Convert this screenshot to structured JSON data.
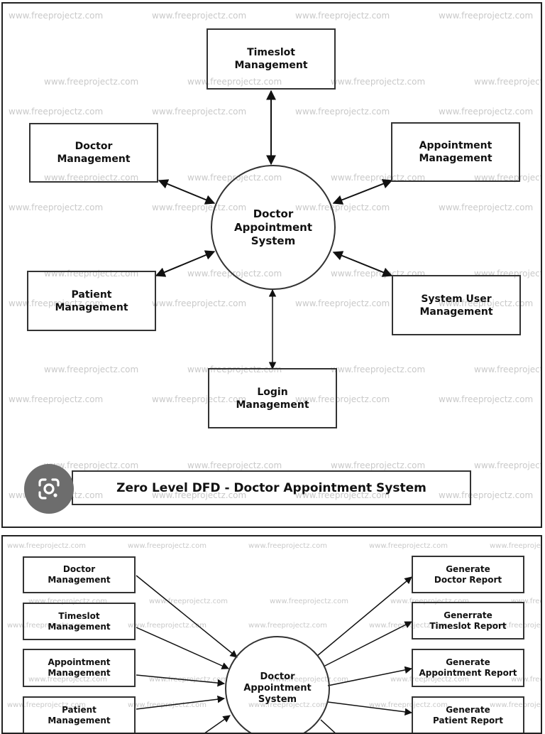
{
  "watermark": "www.freeprojectz.com",
  "panel1": {
    "title": "Zero Level DFD - Doctor Appointment System",
    "center": "Doctor\nAppointment\nSystem",
    "boxes": {
      "timeslot": "Timeslot\nManagement",
      "doctor": "Doctor\nManagement",
      "appointment": "Appointment\nManagement",
      "patient": "Patient\nManagement",
      "system_user": "System User\nManagement",
      "login": "Login\nManagement"
    }
  },
  "panel2": {
    "center": "Doctor\nAppointment\nSystem",
    "left": {
      "doctor": "Doctor\nManagement",
      "timeslot": "Timeslot\nManagement",
      "appointment": "Appointment\nManagement",
      "patient": "Patient\nManagement"
    },
    "right": {
      "doctor_report": "Generate\nDoctor Report",
      "timeslot_report": "Generrate\nTimeslot Report",
      "appointment_report": "Generate\nAppointment Report",
      "patient_report": "Generate\nPatient Report"
    }
  },
  "lens_icon": "google-lens-icon"
}
